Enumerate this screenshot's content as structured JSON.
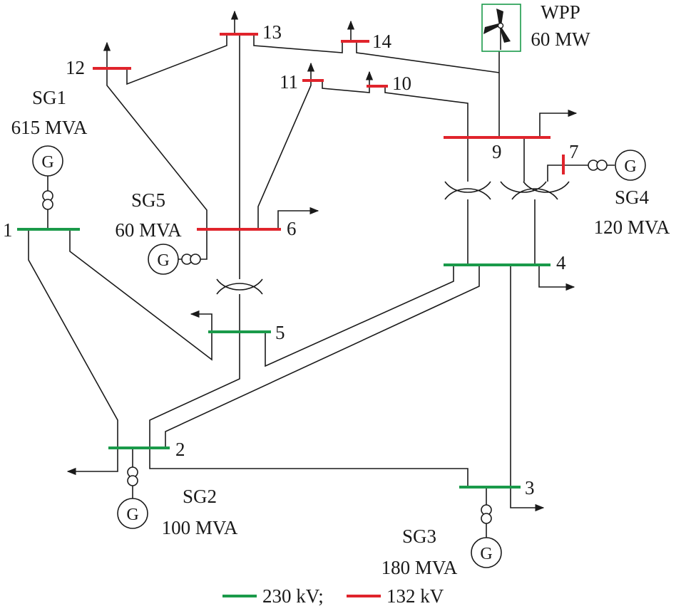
{
  "buses": [
    {
      "id": "1",
      "voltage": "230"
    },
    {
      "id": "2",
      "voltage": "230"
    },
    {
      "id": "3",
      "voltage": "230"
    },
    {
      "id": "4",
      "voltage": "230"
    },
    {
      "id": "5",
      "voltage": "230"
    },
    {
      "id": "6",
      "voltage": "132"
    },
    {
      "id": "7",
      "voltage": "132"
    },
    {
      "id": "9",
      "voltage": "132"
    },
    {
      "id": "10",
      "voltage": "132"
    },
    {
      "id": "11",
      "voltage": "132"
    },
    {
      "id": "12",
      "voltage": "132"
    },
    {
      "id": "13",
      "voltage": "132"
    },
    {
      "id": "14",
      "voltage": "132"
    }
  ],
  "generators": {
    "sg1": {
      "name": "SG1",
      "rating": "615 MVA",
      "symbol": "G"
    },
    "sg2": {
      "name": "SG2",
      "rating": "100 MVA",
      "symbol": "G"
    },
    "sg3": {
      "name": "SG3",
      "rating": "180 MVA",
      "symbol": "G"
    },
    "sg4": {
      "name": "SG4",
      "rating": "120 MVA",
      "symbol": "G"
    },
    "sg5": {
      "name": "SG5",
      "rating": "60 MVA",
      "symbol": "G"
    }
  },
  "wpp": {
    "name": "WPP",
    "rating": "60 MW",
    "icon": "wind-turbine-icon"
  },
  "legend": {
    "items": [
      {
        "label": "230 kV;",
        "color": "#1a9a4a"
      },
      {
        "label": "132 kV",
        "color": "#e0242c"
      }
    ]
  },
  "colors": {
    "bus_230": "#1a9a4a",
    "bus_132": "#e0242c",
    "wpp_frame": "#1a9a4a"
  }
}
